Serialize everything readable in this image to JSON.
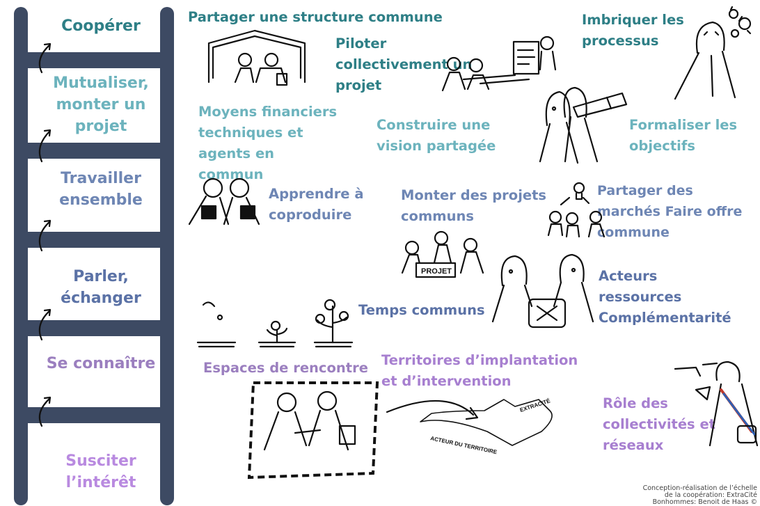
{
  "ladder": {
    "steps": [
      {
        "label": "Coopérer",
        "color": "#2e7f86"
      },
      {
        "label": "Mutualiser, monter un projet",
        "color": "#6cb3bd"
      },
      {
        "label": "Travailler ensemble",
        "color": "#6e86b4"
      },
      {
        "label": "Parler, échanger",
        "color": "#5b72a6"
      },
      {
        "label": "Se connaître",
        "color": "#9b7fbf"
      },
      {
        "label": "Susciter l’intérêt",
        "color": "#b98ae0"
      }
    ],
    "color": "#3d4a63"
  },
  "items": {
    "structure": "Partager une structure commune",
    "piloter": "Piloter collectivement un projet",
    "imbriquer": "Imbriquer les processus",
    "moyens": "Moyens financiers techniques et agents en commun",
    "vision": "Construire une vision partagée",
    "objectifs": "Formaliser les objectifs",
    "apprendre": "Apprendre à coproduire",
    "projets": "Monter des projets communs",
    "marches": "Partager des marchés Faire offre commune",
    "temps": "Temps communs",
    "acteurs": "Acteurs ressources Complémentarité",
    "espaces": "Espaces de rencontre",
    "territoires": "Territoires d’implantation et d’intervention",
    "collectivites": "Rôle des collectivités et réseaux"
  },
  "sketch_text": {
    "projet": "PROJET",
    "acteur": "ACTEUR DU TERRITOIRE",
    "extracite": "EXTRACITÉ"
  },
  "credit": {
    "line1": "Conception-réalisation de l’échelle",
    "line2": "de la coopération: ExtraCité",
    "line3": "Bonhommes: Benoit de Haas ©"
  }
}
